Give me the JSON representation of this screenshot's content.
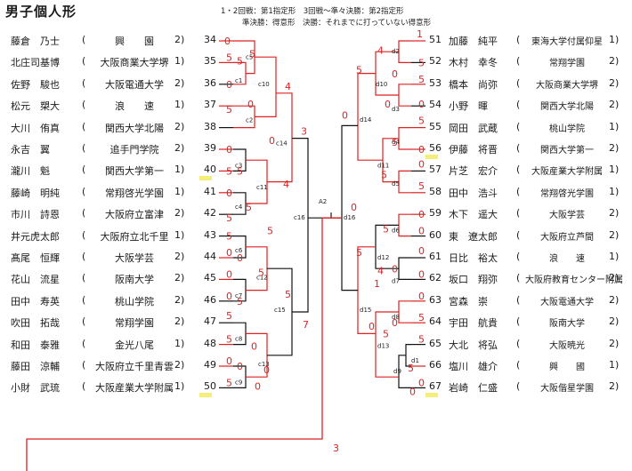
{
  "title": "男子個人形",
  "notes": {
    "line1": "1・2回戦：第1指定形　3回戦～準々決勝：第2指定形",
    "line2": "準決勝：得意形　決勝：それまでに打っていない得意形"
  },
  "left_entries": [
    {
      "seed": "34",
      "name": "藤倉　乃士",
      "school": "興",
      "grade": "園",
      "year": "2"
    },
    {
      "seed": "35",
      "name": "北庄司基博",
      "school": "大阪商業大学堺",
      "grade": "",
      "year": "1"
    },
    {
      "seed": "36",
      "name": "佐野　駿也",
      "school": "大阪電通大学",
      "grade": "",
      "year": "2"
    },
    {
      "seed": "37",
      "name": "松元　槊大",
      "school": "浪",
      "grade": "速",
      "year": "1"
    },
    {
      "seed": "38",
      "name": "大川　侑真",
      "school": "関西大学北陽",
      "grade": "",
      "year": "2"
    },
    {
      "seed": "39",
      "name": "永吉　翼",
      "school": "追手門学院",
      "grade": "",
      "year": "2"
    },
    {
      "seed": "40",
      "name": "瀧川　魁",
      "school": "関西大学第一",
      "grade": "",
      "year": "1"
    },
    {
      "seed": "41",
      "name": "藤崎　明純",
      "school": "常翔啓光学園",
      "grade": "",
      "year": "1"
    },
    {
      "seed": "42",
      "name": "市川　詩恩",
      "school": "大阪府立富津",
      "grade": "",
      "year": "2"
    },
    {
      "seed": "43",
      "name": "井元虎太郎",
      "school": "大阪府立北千里",
      "grade": "",
      "year": "1"
    },
    {
      "seed": "44",
      "name": "髙尾　恒輝",
      "school": "大阪学芸",
      "grade": "",
      "year": "2"
    },
    {
      "seed": "45",
      "name": "花山　流星",
      "school": "阪南大学",
      "grade": "",
      "year": "2"
    },
    {
      "seed": "46",
      "name": "田中　寿英",
      "school": "桃山学院",
      "grade": "",
      "year": "2"
    },
    {
      "seed": "47",
      "name": "吹田　拓哉",
      "school": "常翔学園",
      "grade": "",
      "year": "2"
    },
    {
      "seed": "48",
      "name": "和田　泰雅",
      "school": "金光八尾",
      "grade": "",
      "year": "1"
    },
    {
      "seed": "49",
      "name": "藤田　涼輔",
      "school": "大阪府立千里青雲",
      "grade": "",
      "year": "2"
    },
    {
      "seed": "50",
      "name": "小財　武琉",
      "school": "大阪産業大学附属",
      "grade": "",
      "year": "1"
    }
  ],
  "right_entries": [
    {
      "seed": "51",
      "name": "加藤　純平",
      "school": "東海大学付属仰星",
      "year": "1"
    },
    {
      "seed": "52",
      "name": "木村　幸冬",
      "school": "常翔学園",
      "year": "2"
    },
    {
      "seed": "53",
      "name": "橋本　尚弥",
      "school": "大阪商業大学堺",
      "year": "2"
    },
    {
      "seed": "54",
      "name": "小野　暉",
      "school": "関西大学北陽",
      "year": "2"
    },
    {
      "seed": "55",
      "name": "岡田　武蔵",
      "school": "桃山学院",
      "year": "1"
    },
    {
      "seed": "56",
      "name": "伊藤　将晋",
      "school": "関西大学第一",
      "year": "2"
    },
    {
      "seed": "57",
      "name": "片芝　宏介",
      "school": "大阪産業大学附属",
      "year": "1"
    },
    {
      "seed": "58",
      "name": "田中　浩斗",
      "school": "常翔啓光学園",
      "year": "1"
    },
    {
      "seed": "59",
      "name": "木下　遥大",
      "school": "大阪学芸",
      "year": "2"
    },
    {
      "seed": "60",
      "name": "東　遼太郎",
      "school": "大阪府立芦間",
      "year": "2"
    },
    {
      "seed": "61",
      "name": "日比　裕太",
      "school": "浪　　速",
      "year": "1"
    },
    {
      "seed": "62",
      "name": "坂口　翔弥",
      "school": "大阪府教育センター附属",
      "year": "2"
    },
    {
      "seed": "63",
      "name": "宮森　崇",
      "school": "大阪電通大学",
      "year": "2"
    },
    {
      "seed": "64",
      "name": "宇田　航貴",
      "school": "阪南大学",
      "year": "2"
    },
    {
      "seed": "65",
      "name": "大北　将弘",
      "school": "大阪暁光",
      "year": "2"
    },
    {
      "seed": "66",
      "name": "塩川　雄介",
      "school": "興　　國",
      "year": "1"
    },
    {
      "seed": "67",
      "name": "岩崎　仁盛",
      "school": "大阪偕星学園",
      "year": "2"
    }
  ],
  "match_labels": {
    "c5": "c5",
    "c1": "c1",
    "c10": "c10",
    "c2": "c2",
    "c14": "c14",
    "c3": "c3",
    "c11": "c11",
    "c4": "c4",
    "c16": "c16",
    "c6": "c6",
    "c12": "c12",
    "c7": "c7",
    "c15": "c15",
    "c8": "c8",
    "c13": "c13",
    "c9": "c9",
    "A2": "A2",
    "d16": "d16",
    "d2": "d2",
    "d10": "d10",
    "d3": "d3",
    "d14": "d14",
    "d4": "d4",
    "d11": "d11",
    "d5": "d5",
    "d6": "d6",
    "d12": "d12",
    "d7": "d7",
    "d15": "d15",
    "d8": "d8",
    "d13": "d13",
    "d1": "d1",
    "d9": "d9"
  },
  "handwritten_scores": {
    "left": [
      "0",
      "5",
      "5",
      "0",
      "5",
      "4",
      "5",
      "0",
      "0",
      "0",
      "5",
      "5",
      "0",
      "4",
      "5",
      "3",
      "5",
      "5",
      "0",
      "0",
      "0",
      "5",
      "0",
      "5",
      "5",
      "5",
      "0",
      "0",
      "0",
      "5",
      "5",
      "5",
      "7",
      "0",
      "0"
    ],
    "right": [
      "1",
      "5",
      "5",
      "0",
      "0",
      "0",
      "4",
      "5",
      "0",
      "5",
      "5",
      "0",
      "0",
      "5",
      "5",
      "0",
      "0",
      "0",
      "5",
      "5",
      "4",
      "0",
      "0",
      "1",
      "0",
      "5",
      "0",
      "5",
      "5",
      "5",
      "0",
      "0",
      "0",
      "0"
    ],
    "final": "3"
  },
  "highlight_color": "#f4ef7a",
  "bracket_color": "#d22",
  "line_color": "#111"
}
